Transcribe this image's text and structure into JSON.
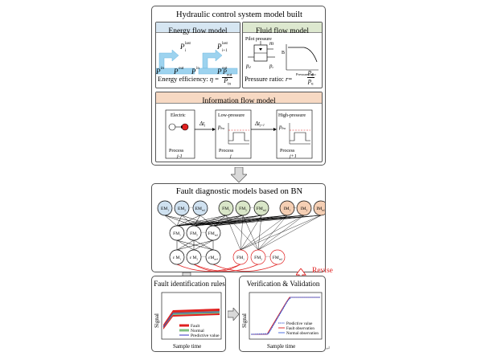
{
  "section1": {
    "title": "Hydraulic control system model built",
    "energy": {
      "title": "Energy flow model",
      "p_i_last": "P",
      "sub_i": "i",
      "sup_last": "last",
      "p_i1_last": "P",
      "sub_i1": "i+1",
      "p_in": "P",
      "sup_in": "in",
      "p_out": "P",
      "sup_out": "out",
      "efficiency_label": "Energy efficiency:",
      "eta": "η",
      "eq": "=",
      "num": "P",
      "num_sub": "out",
      "den": "P",
      "den_sub": "in"
    },
    "fluid": {
      "title": "Fluid flow model",
      "pilot": "Pilot pressure",
      "m": "m",
      "pd": "p",
      "pd_sub": "d",
      "pc": "p",
      "pc_sub": "c",
      "b": "B",
      "pressure_ratio_axis": "Pressure ratio",
      "ratio_label": "Pressure ratio:",
      "r": "r",
      "eq": "=",
      "num": "p",
      "num_sub": "d",
      "den": "p",
      "den_sub": "u"
    },
    "info": {
      "title": "Information flow model",
      "electric": "Electric",
      "delta_tj": "Δt",
      "delta_tj_sub": "j",
      "low": "Low-pressure",
      "high": "High-pressure",
      "phw": "p",
      "phw_sub": "hw",
      "delta_tj1": "Δt",
      "delta_tj1_sub": "j+1",
      "process": "Process",
      "p1": "j-1",
      "p2": "j",
      "p3": "j+1"
    }
  },
  "section2": {
    "title": "Fault diagnostic models based on BN",
    "row1": [
      {
        "label": "EM",
        "sub": "1"
      },
      {
        "label": "EM",
        "sub": "2"
      },
      {
        "label": "EM",
        "sub": "m1"
      },
      {
        "label": "FM",
        "sub": "1"
      },
      {
        "label": "FM",
        "sub": "2"
      },
      {
        "label": "FM",
        "sub": "m2"
      },
      {
        "label": "IM",
        "sub": "1"
      },
      {
        "label": "IM",
        "sub": "2"
      },
      {
        "label": "IM",
        "sub": "m3"
      }
    ],
    "row2": [
      {
        "label": "FM",
        "sub": "1"
      },
      {
        "label": "FM",
        "sub": "2"
      },
      {
        "label": "FM",
        "sub": "m2"
      }
    ],
    "row3": [
      {
        "label": "ε M",
        "sub": "1"
      },
      {
        "label": "ε M",
        "sub": "2"
      },
      {
        "label": "εM",
        "sub": "m4"
      },
      {
        "label": "FM",
        "sub": "1"
      },
      {
        "label": "FM",
        "sub": "2"
      },
      {
        "label": "FM",
        "sub": "m2"
      }
    ],
    "dots": "···"
  },
  "revise": "Revise",
  "section3": {
    "title": "Fault identification rules",
    "ylabel": "Signal",
    "xlabel": "Sample time",
    "legend": [
      "Fault",
      "Normal",
      "Predictive value"
    ],
    "colors": {
      "fault": "#e02020",
      "normal": "#7fbf7f",
      "predictive": "#3030c0"
    }
  },
  "section4": {
    "title": "Verification & Validation",
    "ylabel": "Signal",
    "xlabel": "Sample time",
    "legend": [
      "Predictive value",
      "Fault observation",
      "Normal observation"
    ],
    "colors": {
      "predictive": "#3050d0",
      "fault": "#e03030",
      "normal": "#5070e0"
    }
  },
  "colors": {
    "energy_header": "#d6e6f2",
    "fluid_header": "#dde8cf",
    "info_header": "#f7d9c3",
    "em_node": "#cfe1f0",
    "fm_node": "#d9e6c8",
    "im_node": "#f5cfb4",
    "red": "#e02020",
    "arrow_fill": "#d9d9d9",
    "arrow_blue": "#9dd3ef"
  },
  "end_mark": "↵"
}
